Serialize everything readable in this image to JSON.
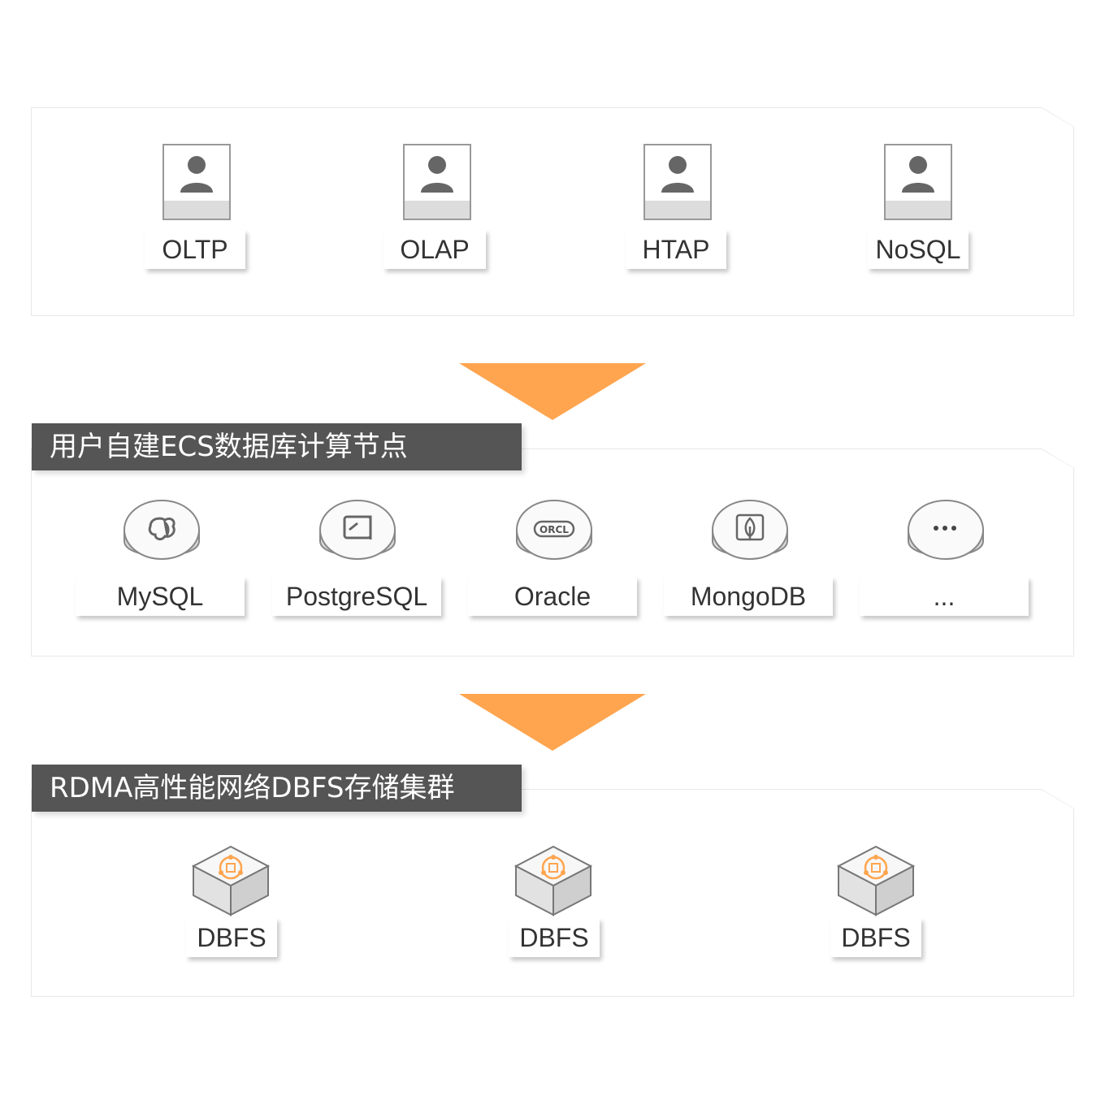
{
  "workloads": [
    {
      "label": "OLTP"
    },
    {
      "label": "OLAP"
    },
    {
      "label": "HTAP"
    },
    {
      "label": "NoSQL"
    }
  ],
  "compute": {
    "title": "用户自建ECS数据库计算节点",
    "items": [
      {
        "label": "MySQL",
        "icon": "dolphin-icon"
      },
      {
        "label": "PostgreSQL",
        "icon": "elephant-icon"
      },
      {
        "label": "Oracle",
        "icon": "orcl-icon"
      },
      {
        "label": "MongoDB",
        "icon": "leaf-icon"
      },
      {
        "label": "...",
        "icon": "ellipsis-icon"
      }
    ]
  },
  "storage": {
    "title": "RDMA高性能网络DBFS存储集群",
    "items": [
      {
        "label": "DBFS"
      },
      {
        "label": "DBFS"
      },
      {
        "label": "DBFS"
      }
    ]
  },
  "colors": {
    "accent": "#ffa54f",
    "tab": "#555555",
    "icon_gray": "#666666"
  }
}
